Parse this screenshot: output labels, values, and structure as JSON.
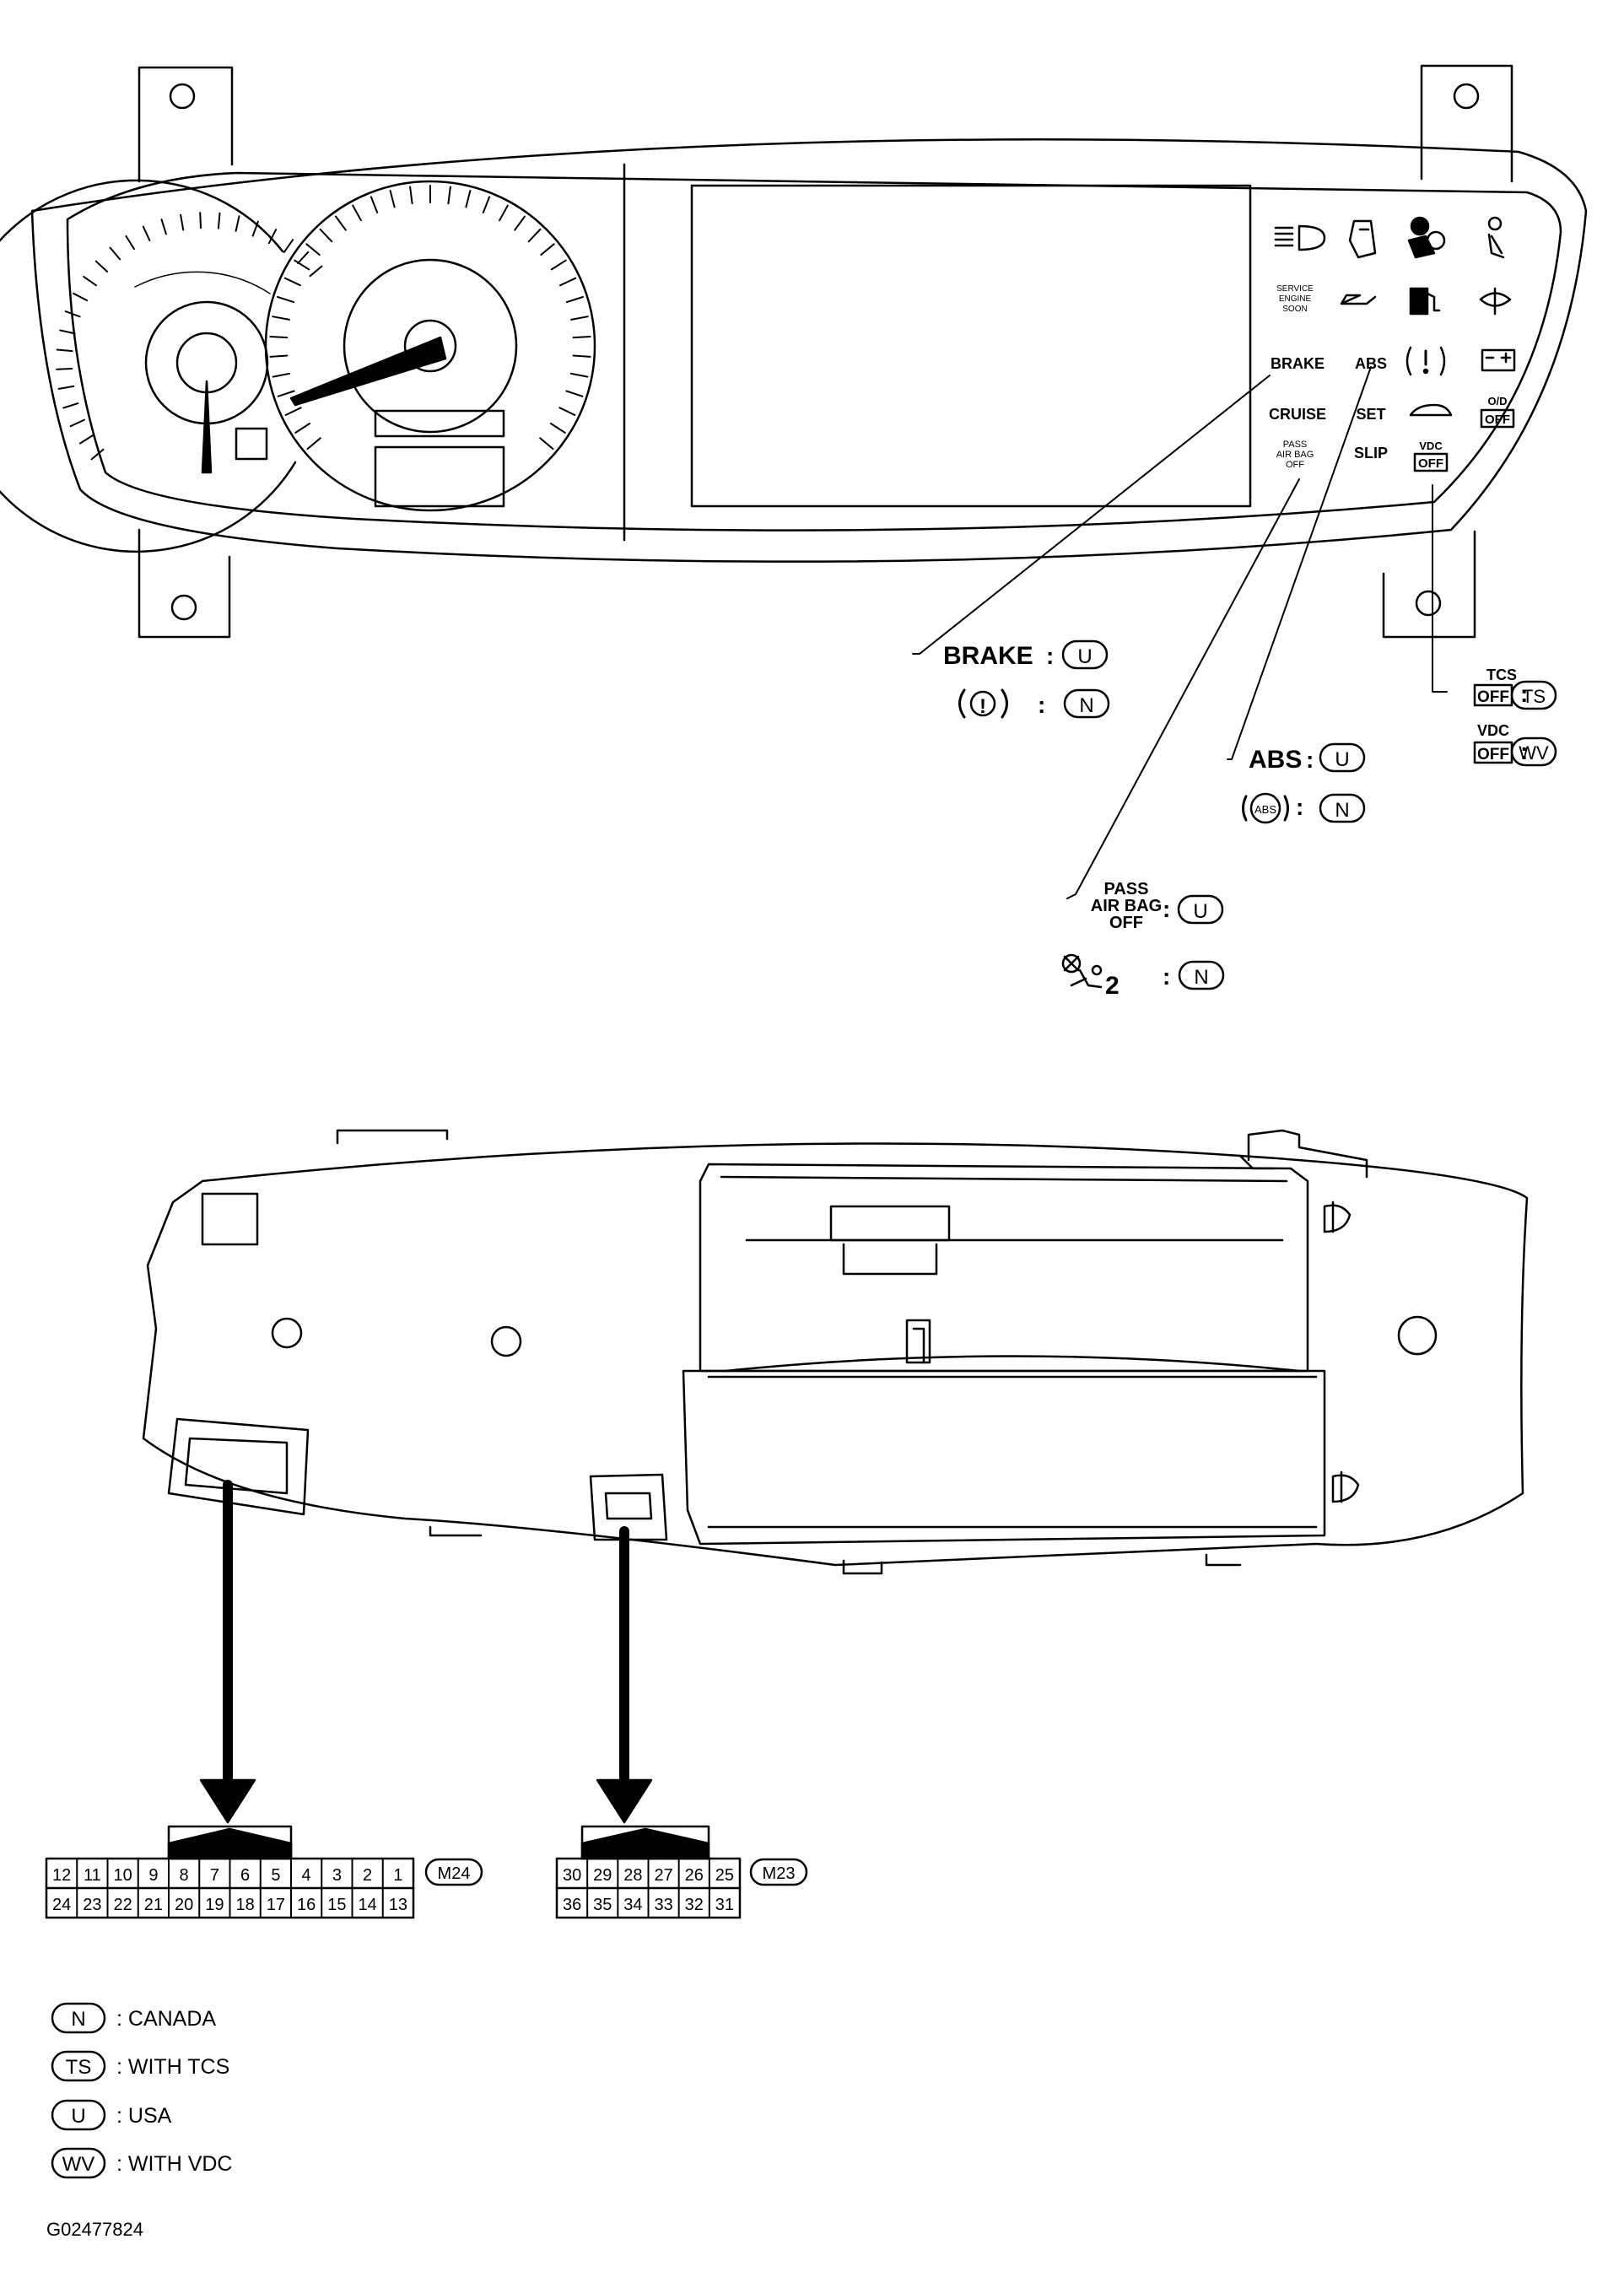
{
  "indicators": {
    "service_engine_soon": [
      "SERVICE",
      "ENGINE",
      "SOON"
    ],
    "brake": "BRAKE",
    "abs": "ABS",
    "cruise": "CRUISE",
    "set": "SET",
    "slip": "SLIP",
    "od_top": "O/D",
    "od_bottom": "OFF",
    "pass_airbag": [
      "PASS",
      "AIR BAG",
      "OFF"
    ],
    "vdc_top": "VDC",
    "vdc_bottom": "OFF"
  },
  "callouts": {
    "brake_word": "BRAKE",
    "brake_word_code": "U",
    "brake_symbol": "(!)",
    "brake_symbol_code": "N",
    "abs_word": "ABS",
    "abs_word_code": "U",
    "abs_symbol": "ABS",
    "abs_symbol_code": "N",
    "pass_airbag_word": [
      "PASS",
      "AIR BAG",
      "OFF"
    ],
    "pass_airbag_word_code": "U",
    "pass_airbag_symbol_sub": "2",
    "pass_airbag_symbol_code": "N",
    "tcs_top": "TCS",
    "tcs_bottom": "OFF",
    "tcs_code": "TS",
    "vdc_top": "VDC",
    "vdc_bottom": "OFF",
    "vdc_code": "WV",
    "separator": ":"
  },
  "connectors": [
    {
      "id": "M24",
      "row1": [
        "12",
        "11",
        "10",
        "9",
        "8",
        "7",
        "6",
        "5",
        "4",
        "3",
        "2",
        "1"
      ],
      "row2": [
        "24",
        "23",
        "22",
        "21",
        "20",
        "19",
        "18",
        "17",
        "16",
        "15",
        "14",
        "13"
      ]
    },
    {
      "id": "M23",
      "row1": [
        "30",
        "29",
        "28",
        "27",
        "26",
        "25"
      ],
      "row2": [
        "36",
        "35",
        "34",
        "33",
        "32",
        "31"
      ]
    }
  ],
  "legend": [
    {
      "code": "N",
      "text": ": CANADA"
    },
    {
      "code": "TS",
      "text": ": WITH TCS"
    },
    {
      "code": "U",
      "text": ": USA"
    },
    {
      "code": "WV",
      "text": ": WITH VDC"
    }
  ],
  "figure_id": "G02477824"
}
